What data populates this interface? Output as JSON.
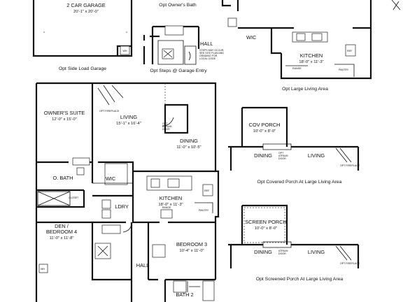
{
  "rooms": {
    "garage": {
      "name": "2 CAR GARAGE",
      "dim": "20'-1\" x 20'-0\""
    },
    "owners_suite": {
      "name": "OWNER'S SUITE",
      "dim": "12'-0\" x 15'-0\""
    },
    "living": {
      "name": "LIVING",
      "dim": "15'-1\" x 16'-4\""
    },
    "dining": {
      "name": "DINING",
      "dim": "11'-0\" x 10'-5\""
    },
    "o_bath": {
      "name": "O. BATH"
    },
    "wic": {
      "name": "WIC"
    },
    "closet": {
      "name": "CLOSET"
    },
    "kitchen": {
      "name": "KITCHEN",
      "dim": "18'-0\" x 11'-3\""
    },
    "ldry": {
      "name": "LDRY"
    },
    "den": {
      "name1": "DEN /",
      "name2": "BEDROOM 4",
      "dim": "11'-0\" x 11'-8\""
    },
    "bedroom3": {
      "name": "BEDROOM 3",
      "dim": "10'-4\" x 11'-0\""
    },
    "hall": {
      "name": "HALL"
    },
    "bath2": {
      "name": "BATH 2"
    },
    "cov_porch": {
      "name": "COV PORCH",
      "dim": "10'-0\" x 8'-0\""
    },
    "screen_porch": {
      "name": "SCREEN PORCH",
      "dim": "10'-0\" x 8'-0\""
    },
    "opt_kitchen": {
      "name": "KITCHEN",
      "dim": "18'-0\" x 11'-3\""
    },
    "opt_wic": {
      "name": "WIC"
    },
    "opt_hall": {
      "name": "HALL"
    },
    "porch_dining": {
      "name": "DINING"
    },
    "porch_living": {
      "name": "LIVING"
    }
  },
  "fixtures": {
    "range": "RANGE",
    "pantry": "PANTRY",
    "ref": "REF",
    "wh": "WH",
    "fireplace": "OPT FIREPLACE",
    "atrium_door_1": "OPT",
    "atrium_door_2": "ATRIUM",
    "atrium_door_3": "DOOR",
    "steps_note": "STEPS MAY OCCUR, SEE SITE PLAN AND GRADING FOR LOCAL CODE"
  },
  "captions": {
    "owners_bath": "Opt Owner's Bath",
    "side_load": "Opt Side Load Garage",
    "steps_garage": "Opt Steps @ Garage Entry",
    "large_living": "Opt Large Living Area",
    "covered_porch": "Opt Covered Porch At Large Living Area",
    "screened_porch": "Opt Screened Porch At Large Living Area"
  }
}
